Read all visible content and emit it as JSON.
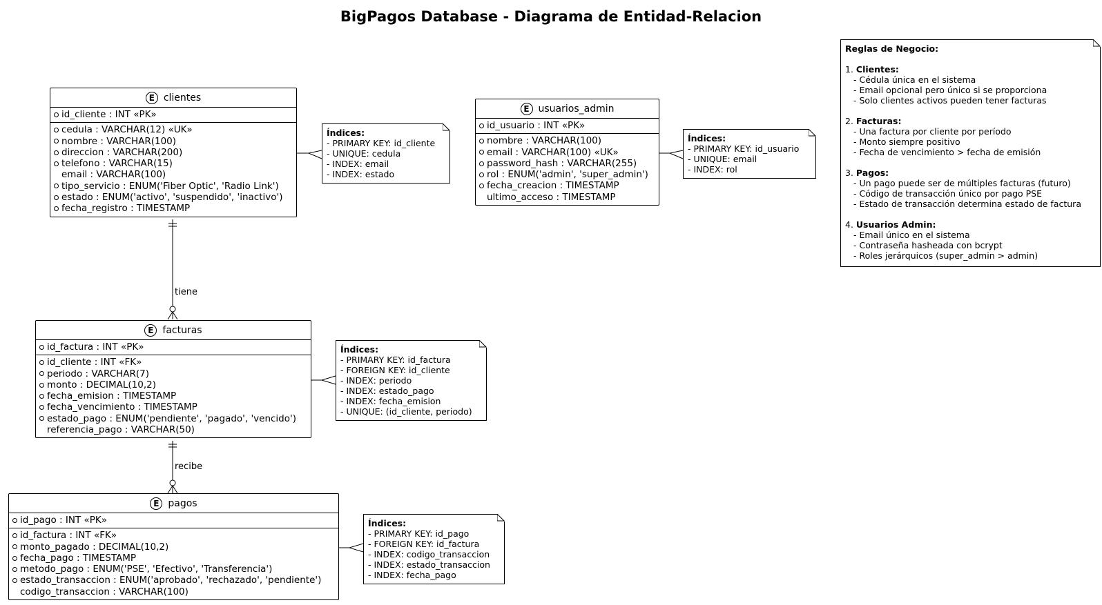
{
  "title": "BigPagos Database - Diagrama de Entidad-Relacion",
  "entities": {
    "clientes": {
      "name": "clientes",
      "pk": [
        {
          "text": "id_cliente : INT «PK»",
          "required": true
        }
      ],
      "attrs": [
        {
          "text": "cedula : VARCHAR(12) «UK»",
          "required": true
        },
        {
          "text": "nombre : VARCHAR(100)",
          "required": true
        },
        {
          "text": "direccion : VARCHAR(200)",
          "required": true
        },
        {
          "text": "telefono : VARCHAR(15)",
          "required": true
        },
        {
          "text": "email : VARCHAR(100)",
          "required": false
        },
        {
          "text": "tipo_servicio : ENUM('Fiber Optic', 'Radio Link')",
          "required": true
        },
        {
          "text": "estado : ENUM('activo', 'suspendido', 'inactivo')",
          "required": true
        },
        {
          "text": "fecha_registro : TIMESTAMP",
          "required": true
        }
      ]
    },
    "usuarios_admin": {
      "name": "usuarios_admin",
      "pk": [
        {
          "text": "id_usuario : INT «PK»",
          "required": true
        }
      ],
      "attrs": [
        {
          "text": "nombre : VARCHAR(100)",
          "required": true
        },
        {
          "text": "email : VARCHAR(100) «UK»",
          "required": true
        },
        {
          "text": "password_hash : VARCHAR(255)",
          "required": true
        },
        {
          "text": "rol : ENUM('admin', 'super_admin')",
          "required": true
        },
        {
          "text": "fecha_creacion : TIMESTAMP",
          "required": true
        },
        {
          "text": "ultimo_acceso : TIMESTAMP",
          "required": false
        }
      ]
    },
    "facturas": {
      "name": "facturas",
      "pk": [
        {
          "text": "id_factura : INT «PK»",
          "required": true
        }
      ],
      "attrs": [
        {
          "text": "id_cliente : INT «FK»",
          "required": true
        },
        {
          "text": "periodo : VARCHAR(7)",
          "required": true
        },
        {
          "text": "monto : DECIMAL(10,2)",
          "required": true
        },
        {
          "text": "fecha_emision : TIMESTAMP",
          "required": true
        },
        {
          "text": "fecha_vencimiento : TIMESTAMP",
          "required": true
        },
        {
          "text": "estado_pago : ENUM('pendiente', 'pagado', 'vencido')",
          "required": true
        },
        {
          "text": "referencia_pago : VARCHAR(50)",
          "required": false
        }
      ]
    },
    "pagos": {
      "name": "pagos",
      "pk": [
        {
          "text": "id_pago : INT «PK»",
          "required": true
        }
      ],
      "attrs": [
        {
          "text": "id_factura : INT «FK»",
          "required": true
        },
        {
          "text": "monto_pagado : DECIMAL(10,2)",
          "required": true
        },
        {
          "text": "fecha_pago : TIMESTAMP",
          "required": true
        },
        {
          "text": "metodo_pago : ENUM('PSE', 'Efectivo', 'Transferencia')",
          "required": true
        },
        {
          "text": "estado_transaccion : ENUM('aprobado', 'rechazado', 'pendiente')",
          "required": true
        },
        {
          "text": "codigo_transaccion : VARCHAR(100)",
          "required": false
        }
      ]
    }
  },
  "notes": {
    "clientes": {
      "heading": "Índices:",
      "lines": [
        "- PRIMARY KEY: id_cliente",
        "- UNIQUE: cedula",
        "- INDEX: email",
        "- INDEX: estado"
      ]
    },
    "usuarios_admin": {
      "heading": "Índices:",
      "lines": [
        "- PRIMARY KEY: id_usuario",
        "- UNIQUE: email",
        "- INDEX: rol"
      ]
    },
    "facturas": {
      "heading": "Índices:",
      "lines": [
        "- PRIMARY KEY: id_factura",
        "- FOREIGN KEY: id_cliente",
        "- INDEX: periodo",
        "- INDEX: estado_pago",
        "- INDEX: fecha_emision",
        "- UNIQUE: (id_cliente, periodo)"
      ]
    },
    "pagos": {
      "heading": "Índices:",
      "lines": [
        "- PRIMARY KEY: id_pago",
        "- FOREIGN KEY: id_factura",
        "- INDEX: codigo_transaccion",
        "- INDEX: estado_transaccion",
        "- INDEX: fecha_pago"
      ]
    }
  },
  "relations": {
    "tiene": "tiene",
    "recibe": "recibe"
  },
  "rules": {
    "heading": "Reglas de Negocio:",
    "sections": [
      {
        "num": "1.",
        "title": "Clientes:",
        "items": [
          "- Cédula única en el sistema",
          "- Email opcional pero único si se proporciona",
          "- Solo clientes activos pueden tener facturas"
        ]
      },
      {
        "num": "2.",
        "title": "Facturas:",
        "items": [
          "- Una factura por cliente por período",
          "- Monto siempre positivo",
          "- Fecha de vencimiento > fecha de emisión"
        ]
      },
      {
        "num": "3.",
        "title": "Pagos:",
        "items": [
          "- Un pago puede ser de múltiples facturas (futuro)",
          "- Código de transacción único por pago PSE",
          "- Estado de transacción determina estado de factura"
        ]
      },
      {
        "num": "4.",
        "title": "Usuarios Admin:",
        "items": [
          "- Email único en el sistema",
          "- Contraseña hasheada con bcrypt",
          "- Roles jerárquicos (super_admin > admin)"
        ]
      }
    ]
  }
}
